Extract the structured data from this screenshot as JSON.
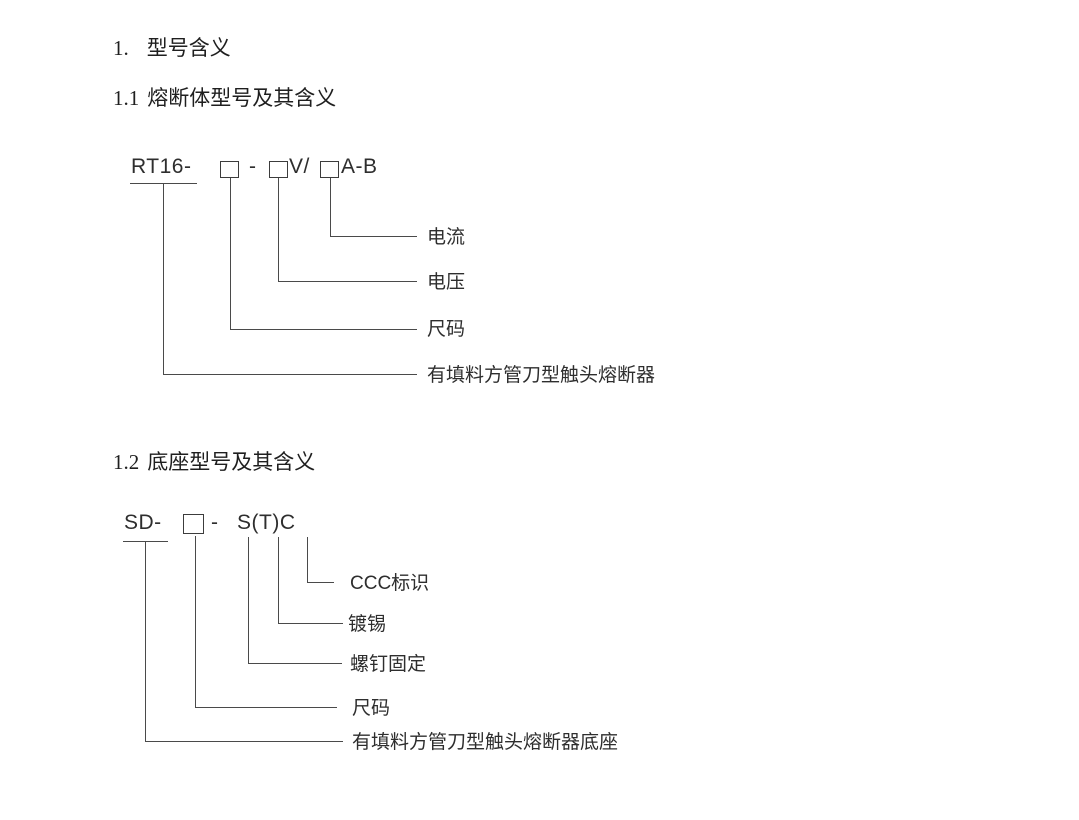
{
  "sections": {
    "s1": {
      "number": "1.",
      "title": "型号含义"
    },
    "s1_1": {
      "number": "1.1",
      "title": "熔断体型号及其含义"
    },
    "s1_2": {
      "number": "1.2",
      "title": "底座型号及其含义"
    }
  },
  "diagram1": {
    "model": {
      "prefix": "RT16-",
      "separator": "-",
      "voltage_suffix": "V/",
      "current_suffix": "A-B"
    },
    "labels": [
      "电流",
      "电压",
      "尺码",
      "有填料方管刀型触头熔断器"
    ]
  },
  "diagram2": {
    "model": {
      "prefix": "SD-",
      "separator": "-",
      "suffix": "S(T)C"
    },
    "labels": [
      "CCC标识",
      "镀锡",
      "螺钉固定",
      "尺码",
      "有填料方管刀型触头熔断器底座"
    ]
  },
  "colors": {
    "line": "#4a4a4a",
    "text": "#2e2e2e",
    "heading": "#1f1f1f",
    "background": "#ffffff"
  }
}
